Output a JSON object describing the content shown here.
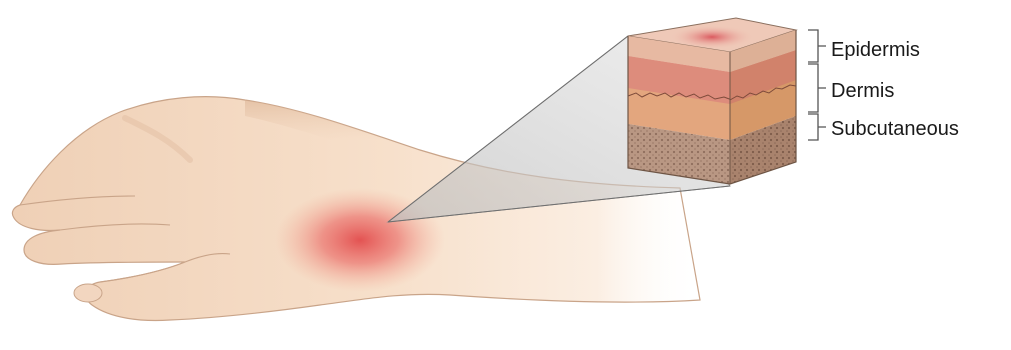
{
  "figure": {
    "subject": "hand-with-skin-burn",
    "layers": [
      {
        "key": "epidermis",
        "label": "Epidermis",
        "color": "#e7b9a2"
      },
      {
        "key": "dermis",
        "label": "Dermis",
        "color": "#e3a67e"
      },
      {
        "key": "subcutaneous",
        "label": "Subcutaneous",
        "color": "#bd9a82"
      }
    ],
    "colors": {
      "skin": "#f6dcc4",
      "skin_shadow": "#e6c3a6",
      "burn": "#e24d4d",
      "callout_cone": "#c9c9c9",
      "outline": "#8a6f5e"
    }
  }
}
